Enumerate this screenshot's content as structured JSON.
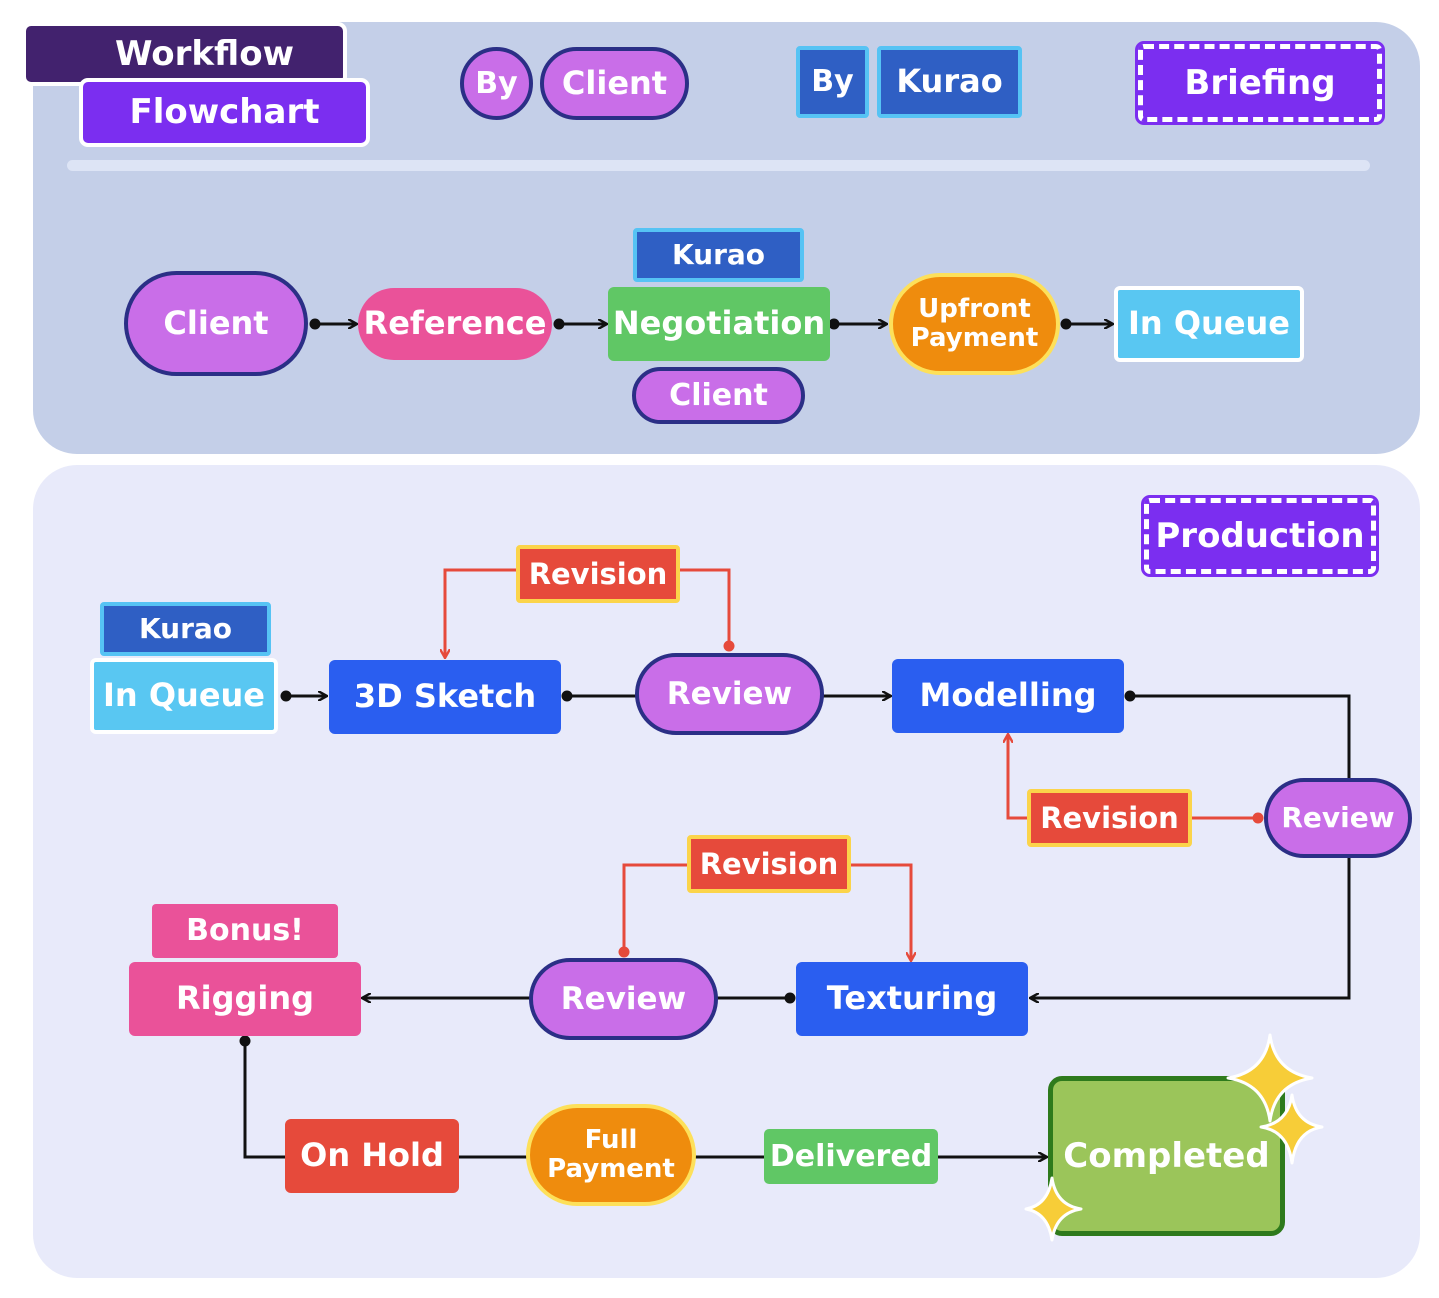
{
  "header": {
    "title_line1": "Workflow",
    "title_line2": "Flowchart"
  },
  "legend": {
    "by_client_prefix": "By",
    "by_client_label": "Client",
    "by_kurao_prefix": "By",
    "by_kurao_label": "Kurao"
  },
  "briefing": {
    "section_label": "Briefing",
    "client": "Client",
    "reference": "Reference",
    "negotiation": "Negotiation",
    "negotiation_owner_top": "Kurao",
    "negotiation_owner_bottom": "Client",
    "upfront_payment_line1": "Upfront",
    "upfront_payment_line2": "Payment",
    "in_queue": "In Queue"
  },
  "production": {
    "section_label": "Production",
    "in_queue_owner": "Kurao",
    "in_queue": "In Queue",
    "sketch": "3D Sketch",
    "review_1": "Review",
    "revision_1": "Revision",
    "modelling": "Modelling",
    "review_2": "Review",
    "revision_2": "Revision",
    "texturing": "Texturing",
    "revision_3": "Revision",
    "review_3": "Review",
    "rigging_badge": "Bonus!",
    "rigging": "Rigging",
    "on_hold": "On Hold",
    "full_payment_line1": "Full",
    "full_payment_line2": "Payment",
    "delivered": "Delivered",
    "completed": "Completed"
  },
  "colors": {
    "client_node": "#c96ee8",
    "kurao_node": "#2f5fc4",
    "stage_blue": "#2a5ef0",
    "revision_red": "#e64a3b",
    "payment_orange": "#ef8c0d",
    "section_purple": "#7b2ef0",
    "completed_green": "#9bc55a"
  }
}
